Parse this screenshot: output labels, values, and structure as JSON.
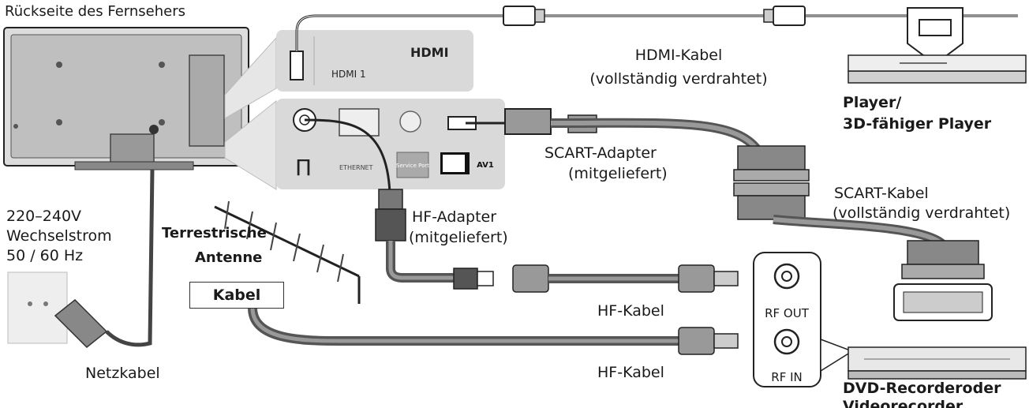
{
  "tv": {
    "title": "Rückseite des Fernsehers",
    "hdmi_logo": "HDMI",
    "hdmi_port": "HDMI 1",
    "ethernet": "ETHERNET",
    "service_port": "Service Port",
    "av_badge": "AV1"
  },
  "power": {
    "spec_line1": "220–240V",
    "spec_line2": "Wechselstrom",
    "spec_line3": "50 / 60 Hz",
    "cable_label": "Netzkabel"
  },
  "antenna": {
    "label_line1": "Terrestrische",
    "label_line2": "Antenne",
    "cable_box": "Kabel"
  },
  "cables": {
    "hdmi_line1": "HDMI-Kabel",
    "hdmi_line2": "(vollständig verdrahtet)",
    "scart_adapter_line1": "SCART-Adapter",
    "scart_adapter_line2": "(mitgeliefert)",
    "scart_cable_line1": "SCART-Kabel",
    "scart_cable_line2": "(vollständig verdrahtet)",
    "hf_adapter_line1": "HF-Adapter",
    "hf_adapter_line2": "(mitgeliefert)",
    "hf_cable_top": "HF-Kabel",
    "hf_cable_bottom": "HF-Kabel"
  },
  "player": {
    "label_line1": "Player/",
    "label_line2": "3D-fähiger Player"
  },
  "recorder": {
    "rf_out": "RF OUT",
    "rf_in": "RF IN",
    "label_line1": "DVD-Recorderoder",
    "label_line2": "Videorecorder"
  }
}
